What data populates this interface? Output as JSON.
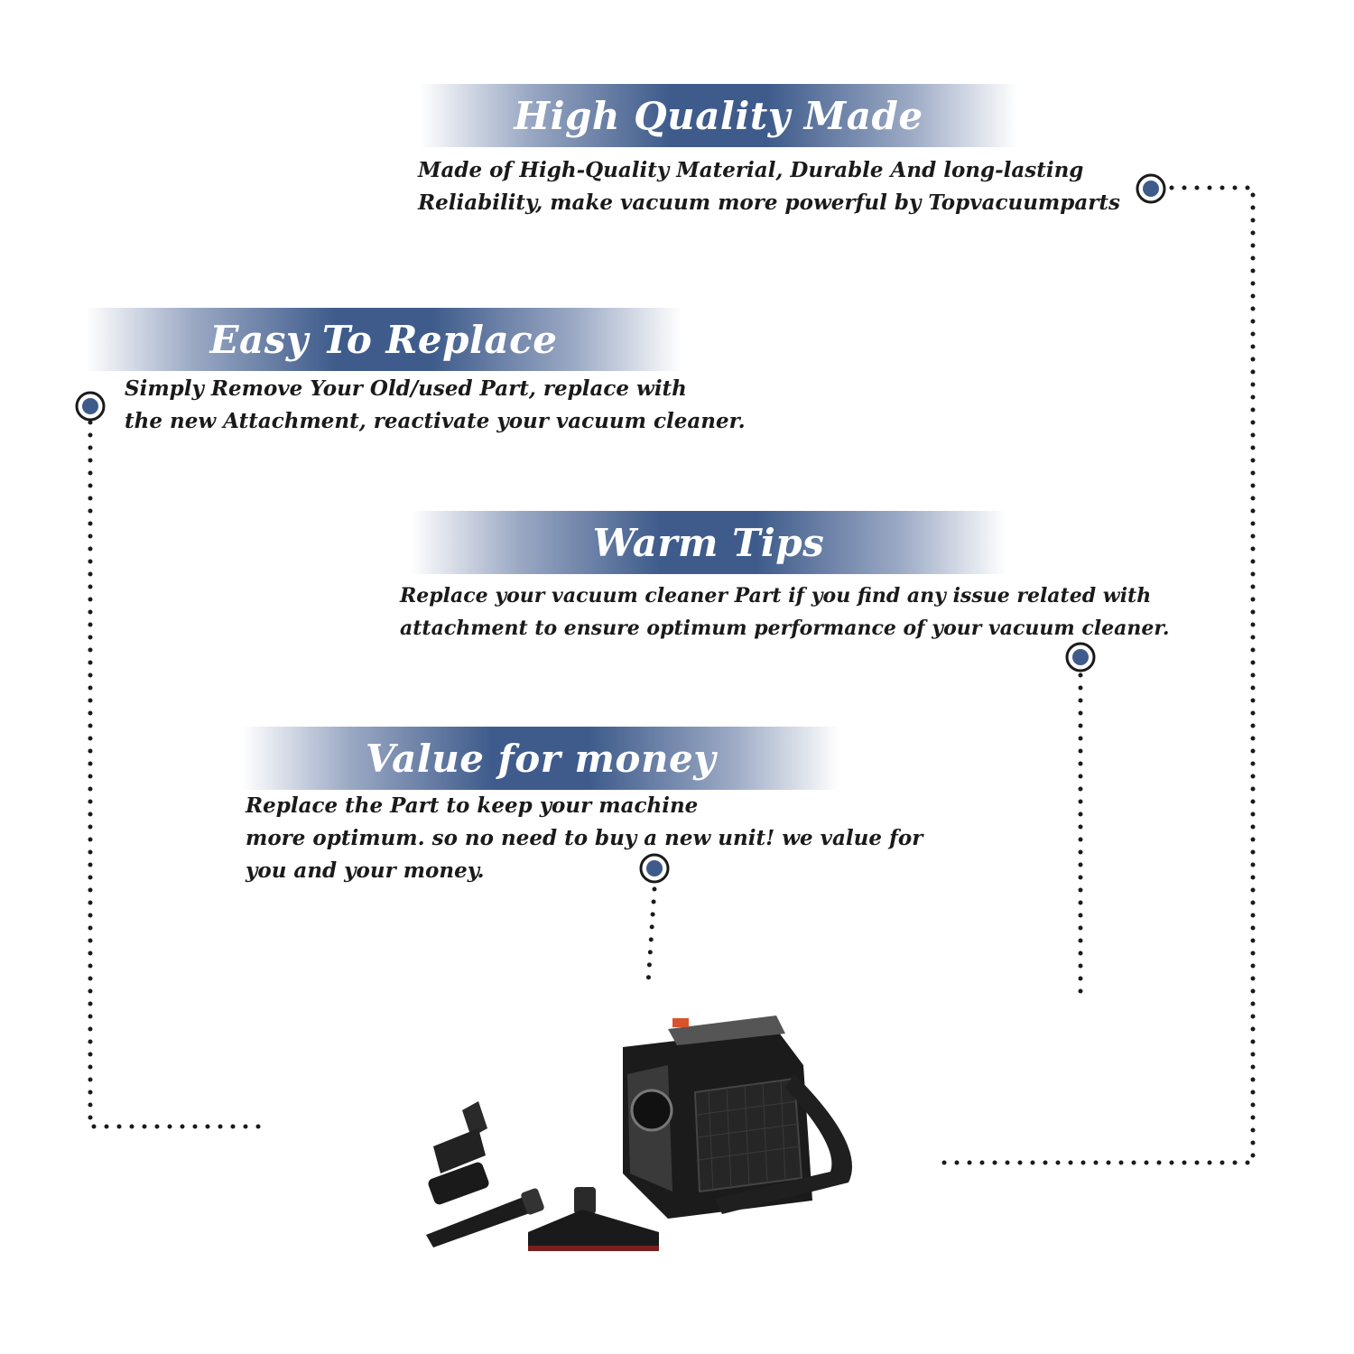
{
  "sections": [
    {
      "title": "High Quality Made",
      "lines": [
        "Made of  High-Quality Material, Durable And long-lasting",
        "Reliability, make vacuum more powerful by Topvacuumparts"
      ]
    },
    {
      "title": "Easy To Replace",
      "lines": [
        "Simply Remove Your Old/used Part, replace with",
        "the new Attachment, reactivate your vacuum cleaner."
      ]
    },
    {
      "title": "Warm Tips",
      "lines": [
        "Replace your vacuum cleaner Part if you find any issue related with",
        " attachment to ensure optimum performance of your vacuum cleaner."
      ]
    },
    {
      "title": "Value for money",
      "lines": [
        "Replace the Part to keep your machine",
        "more optimum. so no need to buy a new unit! we value for",
        "you and your money."
      ]
    }
  ],
  "colors": {
    "accent": "#3e5b8b",
    "text": "#1a1a1a",
    "dots": "#1a1a1a"
  }
}
